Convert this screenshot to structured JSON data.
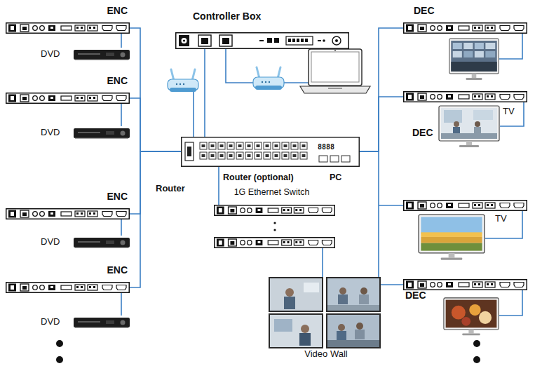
{
  "diagram": {
    "nodes": [
      {
        "text": [
          "ENC"
        ]
      },
      {
        "text": [
          "DVD"
        ]
      },
      {
        "text": [
          "ENC"
        ]
      },
      {
        "text": [
          "DVD"
        ]
      },
      {
        "text": [
          "ENC"
        ]
      },
      {
        "text": [
          "DVD"
        ]
      },
      {
        "text": [
          "ENC"
        ]
      },
      {
        "text": [
          "DVD"
        ]
      },
      {
        "text": [
          "Controller Box"
        ]
      },
      {
        "text": [
          "8888",
          "1G Ethernet Switch"
        ]
      },
      {
        "text": [
          "DEC"
        ]
      },
      {
        "text": [
          "DEC"
        ]
      },
      {
        "text": [
          "TV"
        ]
      },
      {
        "text": [
          "TV"
        ]
      },
      {
        "text": [
          "DEC"
        ]
      },
      {
        "text": [
          "Video Wall"
        ]
      }
    ],
    "edges": [
      {
        "from": 0,
        "to": 9,
        "arrow": "none"
      },
      {
        "from": 2,
        "to": 9,
        "arrow": "none"
      },
      {
        "from": 4,
        "to": 9,
        "arrow": "none"
      },
      {
        "from": 6,
        "to": 9,
        "arrow": "none"
      },
      {
        "from": 1,
        "to": 0,
        "arrow": "none"
      },
      {
        "from": 3,
        "to": 2,
        "arrow": "none"
      },
      {
        "from": 5,
        "to": 4,
        "arrow": "none"
      },
      {
        "from": 7,
        "to": 6,
        "arrow": "none"
      },
      {
        "from": 8,
        "to": 9,
        "arrow": "none"
      },
      {
        "from": 9,
        "to": 10,
        "arrow": "none"
      },
      {
        "from": 9,
        "to": 11,
        "arrow": "none"
      },
      {
        "from": 9,
        "to": 14,
        "arrow": "none"
      },
      {
        "from": 11,
        "to": 12,
        "arrow": "none"
      }
    ],
    "labels": [
      "Router",
      "Router (optional)",
      "PC"
    ]
  }
}
